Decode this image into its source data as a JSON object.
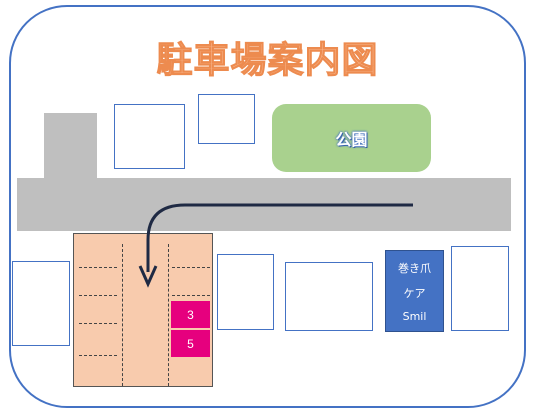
{
  "title": "駐車場案内図",
  "park_label": "公園",
  "parking_spots": [
    {
      "label": "3"
    },
    {
      "label": "5"
    }
  ],
  "salon": {
    "lines": [
      "巻き爪",
      "ケア",
      "Smil"
    ]
  },
  "colors": {
    "frame": "#4472c4",
    "title": "#f8b48a",
    "road": "#bfbfbf",
    "park": "#a9d18e",
    "lot": "#f8cbad",
    "spot": "#e6007e",
    "salon": "#4472c4",
    "arrow": "#1f2a44"
  }
}
